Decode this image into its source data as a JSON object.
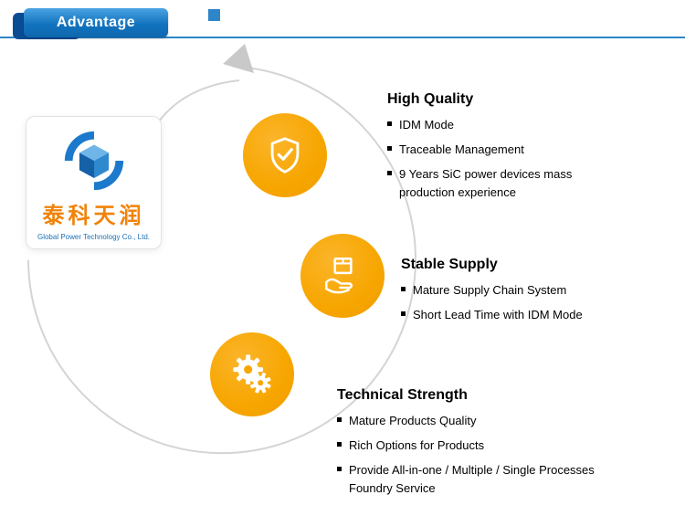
{
  "banner": {
    "label": "Advantage"
  },
  "logo_card": {
    "chinese_name": "泰科天润",
    "company_name": "Global Power Technology Co., Ltd."
  },
  "sections": [
    {
      "title": "High Quality",
      "bullets": [
        "IDM Mode",
        "Traceable Management",
        "9 Years SiC power devices mass production experience"
      ]
    },
    {
      "title": "Stable Supply",
      "bullets": [
        "Mature Supply Chain System",
        "Short Lead Time with IDM Mode"
      ]
    },
    {
      "title": "Technical Strength",
      "bullets": [
        "Mature Products Quality",
        "Rich Options for Products",
        "Provide All-in-one / Multiple / Single Processes Foundry Service"
      ]
    }
  ],
  "icons": {
    "quality": "shield-check-icon",
    "supply": "box-on-hand-icon",
    "technical": "gears-icon",
    "flow": "cycle-arrow"
  },
  "colors": {
    "accent_orange": "#F7A600",
    "banner_blue": "#1273BF",
    "banner_dark_blue": "#0A4C94",
    "divider_blue": "#2E86C8",
    "logo_orange": "#F0830A",
    "logo_blue": "#1C79CB",
    "arc_gray": "#D4D4D4"
  }
}
